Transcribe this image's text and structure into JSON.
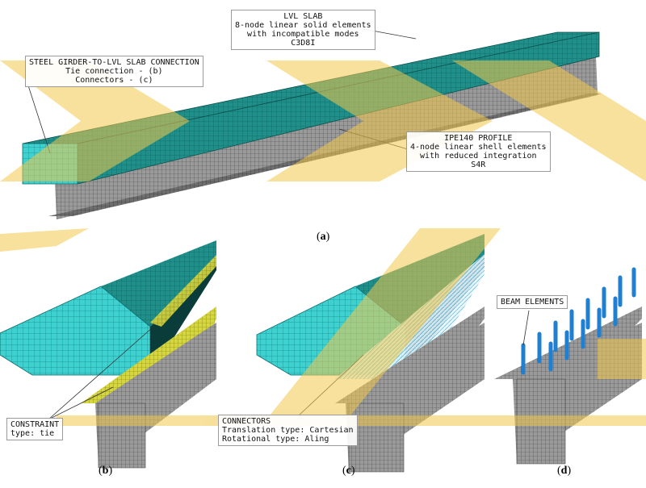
{
  "callouts": {
    "lvl_slab": {
      "line1": "LVL SLAB",
      "line2": "8-node linear solid elements",
      "line3": "with incompatible modes",
      "line4": "C3D8I"
    },
    "connection": {
      "line1": "STEEL GIRDER-TO-LVL SLAB CONNECTION",
      "line2": "Tie connection - (b)",
      "line3": "Connectors - (c)"
    },
    "ipe140": {
      "line1": "IPE140 PROFILE",
      "line2": "4-node linear shell elements",
      "line3": "with reduced integration",
      "line4": "S4R"
    },
    "constraint": {
      "line1": "CONSTRAINT",
      "line2": "type: tie"
    },
    "connectors": {
      "line1": "CONNECTORS",
      "line2": "Translation type: Cartesian",
      "line3": "Rotational type: Aling"
    },
    "beam_elements": {
      "line1": "BEAM ELEMENTS"
    }
  },
  "panels": {
    "a": {
      "open": "(",
      "letter": "a",
      "close": ")"
    },
    "b": {
      "open": "(",
      "letter": "b",
      "close": ")"
    },
    "c": {
      "open": "(",
      "letter": "c",
      "close": ")"
    },
    "d": {
      "open": "(",
      "letter": "d",
      "close": ")"
    }
  },
  "colors": {
    "slab_top": "#1f8f8a",
    "slab_side": "#3fd0d0",
    "steel": "#8a8a8a",
    "tie": "#c9c93a",
    "connector": "#5bb8e0",
    "beam": "#1f7fd0",
    "watermark": "#f2c84b"
  }
}
